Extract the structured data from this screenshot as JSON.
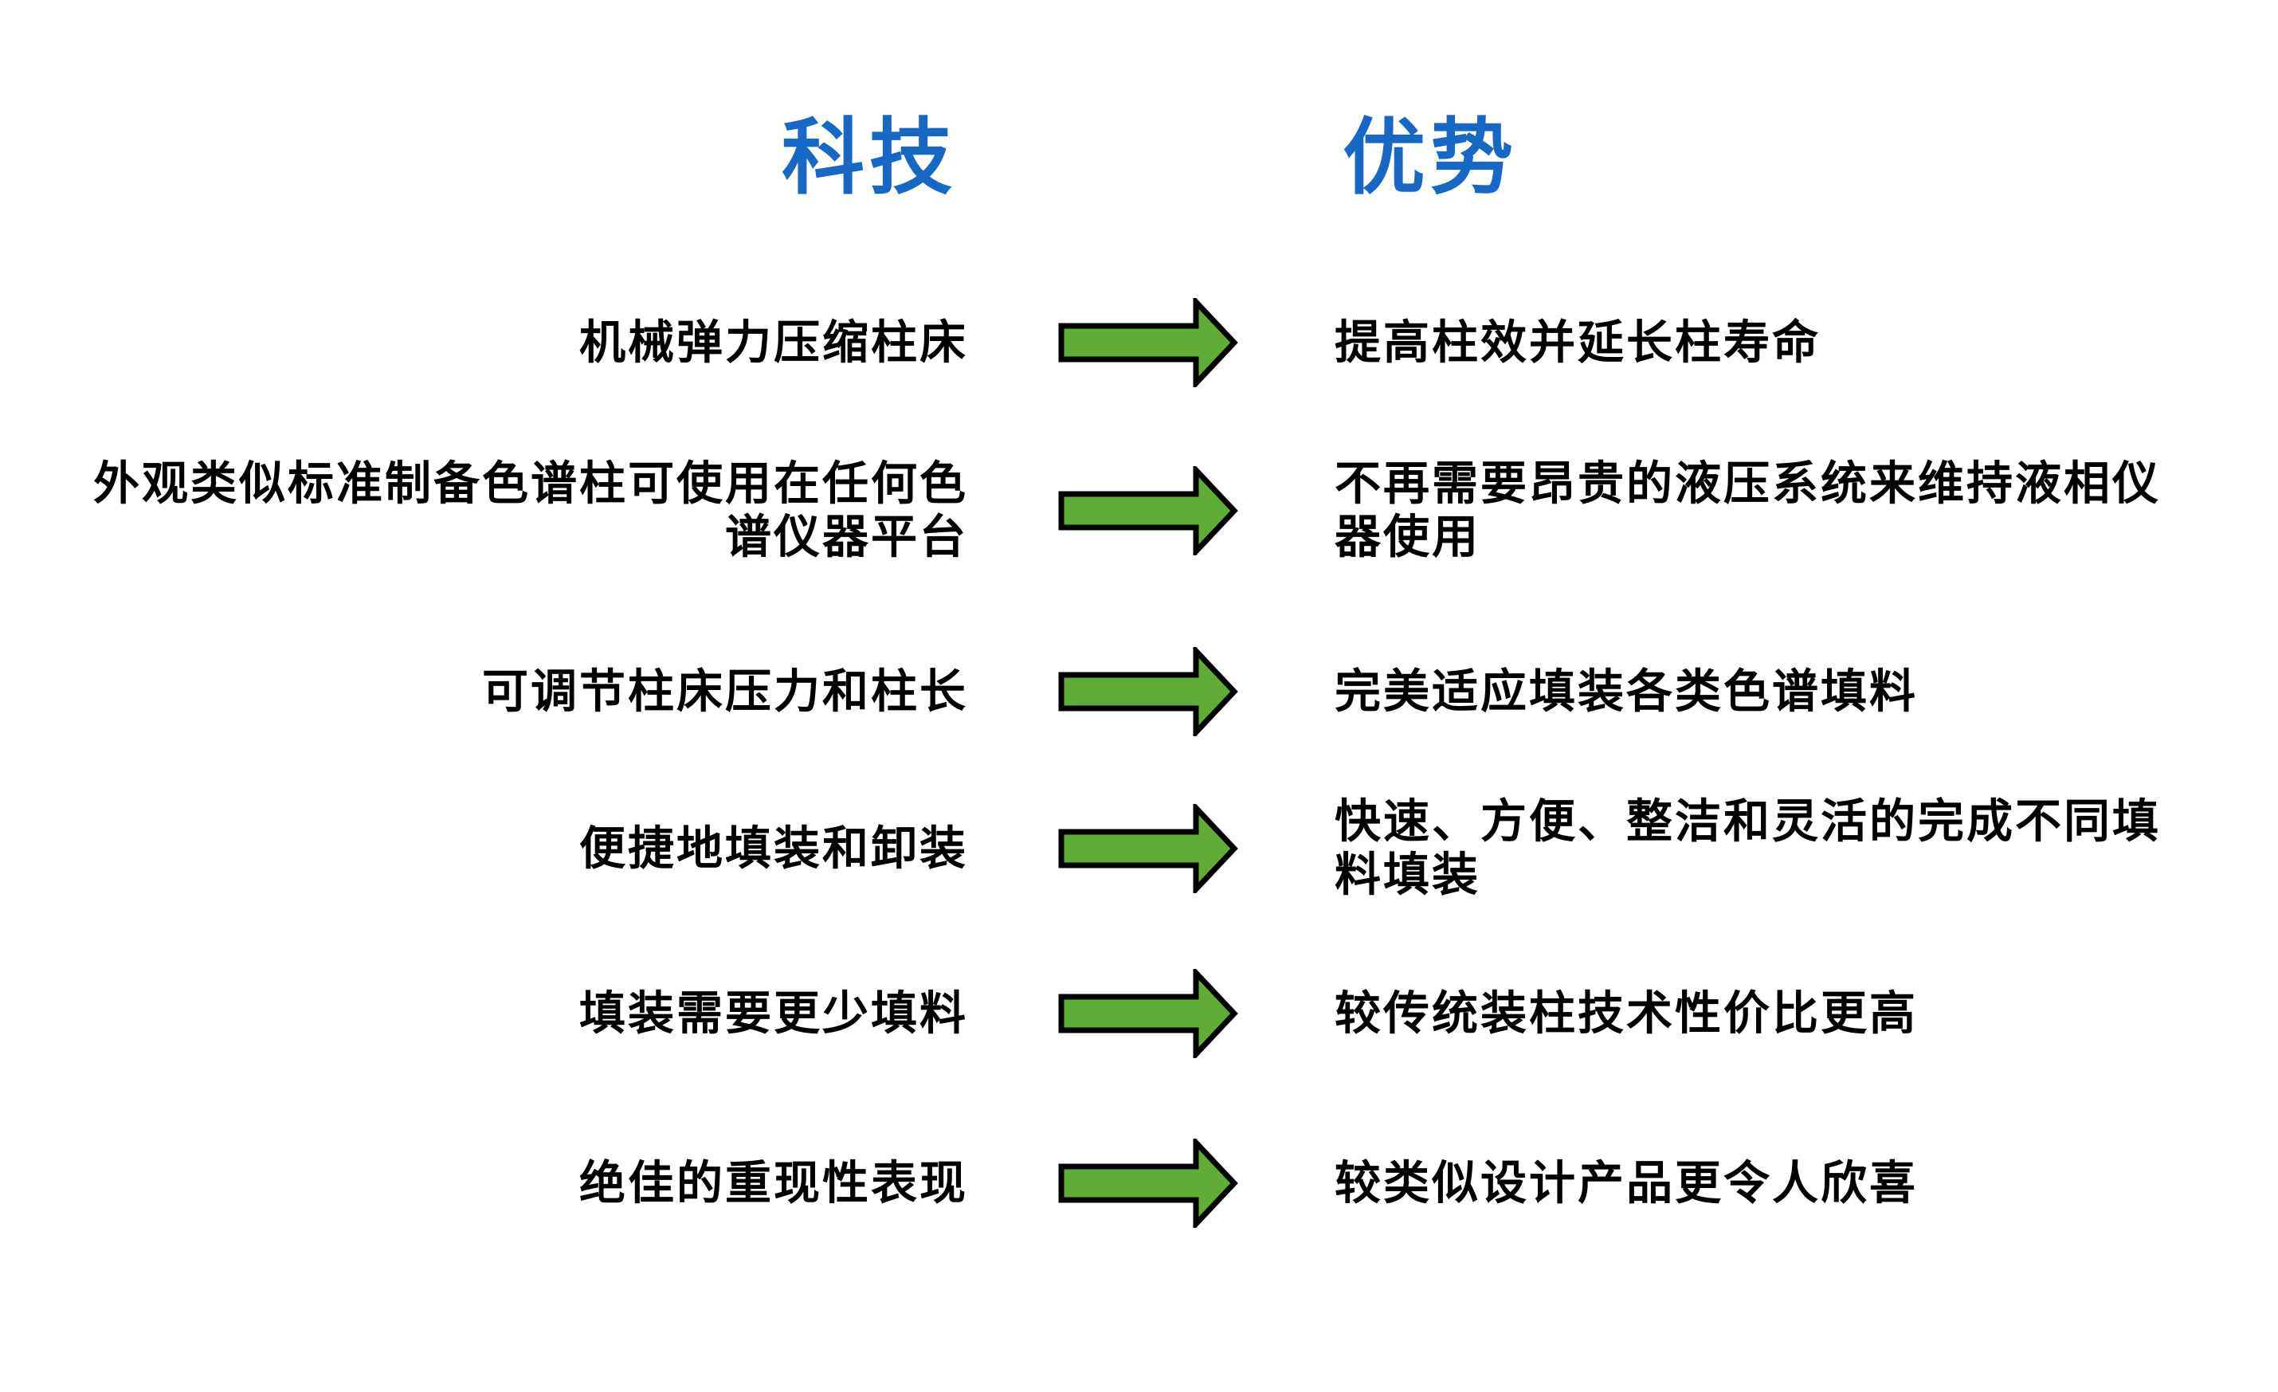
{
  "headers": {
    "technology": "科技",
    "advantage": "优势"
  },
  "rows": [
    {
      "technology": "机械弹力压缩柱床",
      "advantage": "提高柱效并延长柱寿命"
    },
    {
      "technology": "外观类似标准制备色谱柱可使用在任何色\n谱仪器平台",
      "advantage": "不再需要昂贵的液压系统来维持液相仪\n器使用"
    },
    {
      "technology": "可调节柱床压力和柱长",
      "advantage": "完美适应填装各类色谱填料"
    },
    {
      "technology": "便捷地填装和卸装",
      "advantage": "快速、方便、整洁和灵活的完成不同填\n料填装"
    },
    {
      "technology": "填装需要更少填料",
      "advantage": "较传统装柱技术性价比更高"
    },
    {
      "technology": "绝佳的重现性表现",
      "advantage": "较类似设计产品更令人欣喜"
    }
  ],
  "icons": {
    "arrow": "right-arrow"
  },
  "colors": {
    "header_blue": "#1668C4",
    "arrow_green": "#5FAC36",
    "arrow_outline": "#000000",
    "text": "#000000",
    "background": "#FFFFFF"
  }
}
